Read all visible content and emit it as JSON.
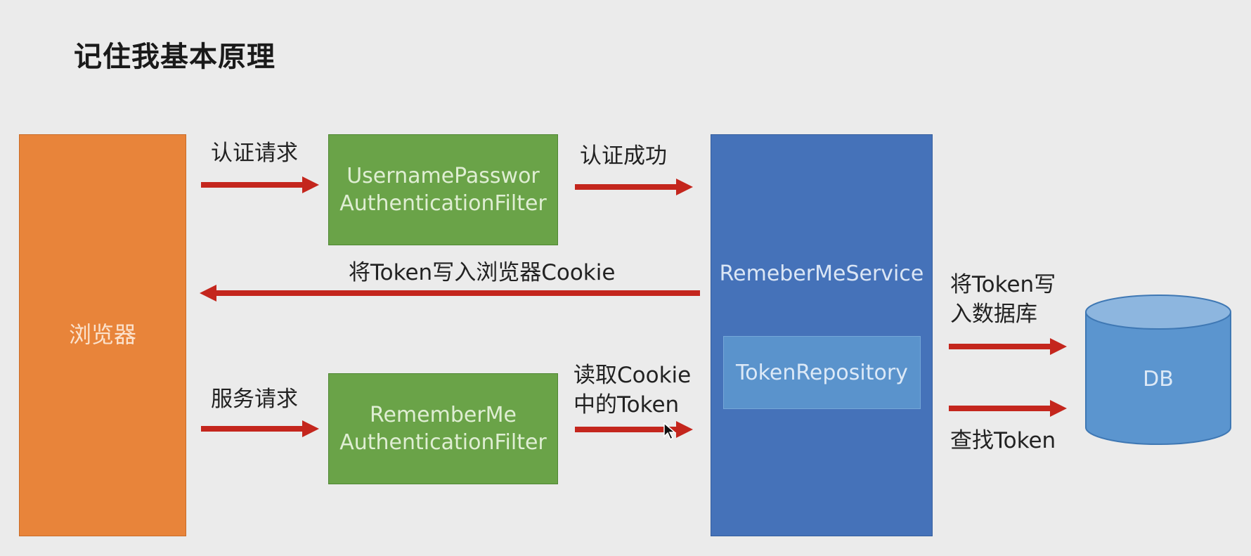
{
  "title": "记住我基本原理",
  "nodes": {
    "browser": "浏览器",
    "username_filter": [
      "UsernamePasswor",
      "AuthenticationFilter"
    ],
    "rememberme_filter": [
      "RememberMe",
      "AuthenticationFilter"
    ],
    "service": "RemeberMeService",
    "repository": "TokenRepository",
    "db": "DB"
  },
  "edges": {
    "auth_request": "认证请求",
    "auth_success": "认证成功",
    "write_cookie": "将Token写入浏览器Cookie",
    "service_request": "服务请求",
    "read_cookie": [
      "读取Cookie",
      "中的Token"
    ],
    "write_db": [
      "将Token写",
      "入数据库"
    ],
    "find_token": "查找Token"
  },
  "colors": {
    "browser": "#e8843a",
    "filter": "#6aa348",
    "service": "#4572b9",
    "repository": "#5a93cc",
    "db": "#5b95cf",
    "arrow": "#c4261d",
    "background": "#ebebeb"
  }
}
